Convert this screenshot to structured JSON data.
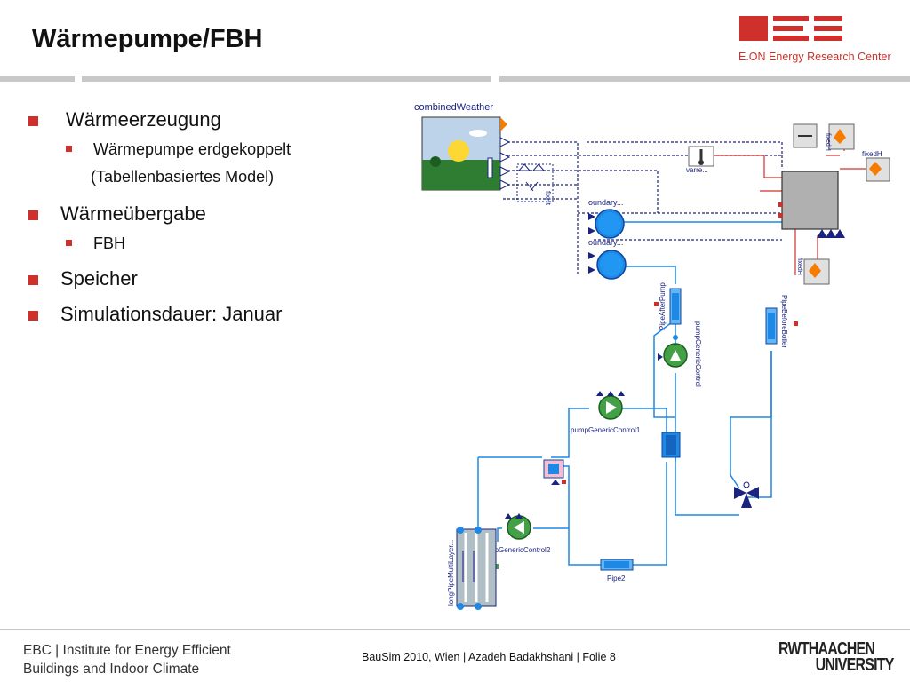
{
  "slide": {
    "title": "Wärmepumpe/FBH",
    "logo_text": "E.ON Energy Research Center"
  },
  "bullets": {
    "b1": "Wärmeerzeugung",
    "b1_sub1": "Wärmepumpe erdgekoppelt",
    "b1_sub1_cont": "(Tabellenbasiertes Model)",
    "b2": "Wärmeübergabe",
    "b2_sub1": "FBH",
    "b3": "Speicher",
    "b4": "Simulationsdauer: Januar"
  },
  "diagram": {
    "weather_label": "combinedWeather",
    "boundary1": "oundary...",
    "boundary2": "oundary...",
    "varre": "varre...",
    "fixedH": "fixedH",
    "fixedH2": "fixedH",
    "pipe_after_pump": "PipeAfterPump",
    "pump_generic_control": "pumpGenericControl",
    "pipe_before_boiler": "PipeBeforeBoiler",
    "pump_generic_control1": "pumpGenericControl1",
    "pump_generic_control2": "pumpGenericControl2",
    "long_pipe": "longPipeMultiLayer...",
    "pipe2": "Pipe2"
  },
  "footer": {
    "institute_line1_prefix": "EBC",
    "institute_line1": "Institute for Energy Efficient",
    "institute_line2": "Buildings and Indoor Climate",
    "center": "BauSim 2010, Wien | Azadeh Badakhshani | Folie 8",
    "university_line1": "RWTHAACHEN",
    "university_line2": "UNIVERSITY"
  },
  "colors": {
    "accent_red": "#d0302c",
    "pipe_blue": "#1e88e5",
    "signal_navy": "#1a237e"
  }
}
